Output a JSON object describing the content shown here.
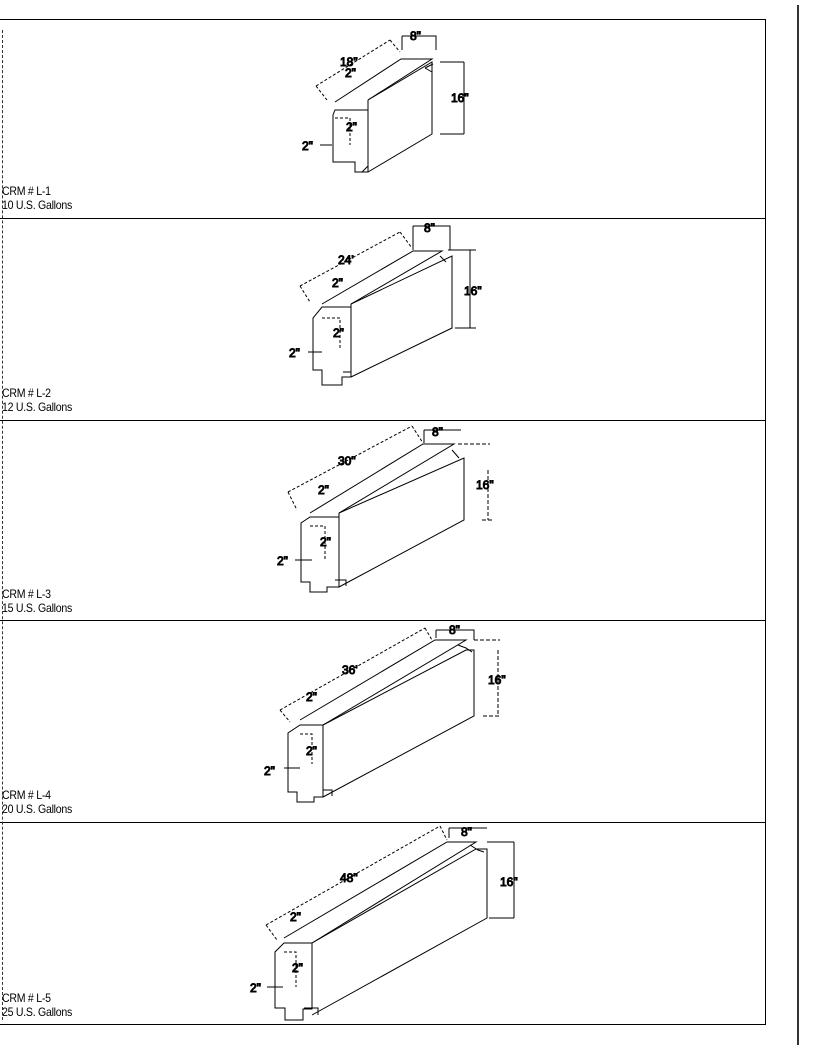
{
  "document": {
    "type": "tank-spec-sheet",
    "tanks": [
      {
        "model": "CRM # L-1",
        "capacity": "10 U.S. Gallons",
        "dimensions": {
          "length": "18\"",
          "width": "8\"",
          "height": "16\"",
          "notch_top": "2\"",
          "notch_side": "2\"",
          "notch_depth": "2\""
        }
      },
      {
        "model": "CRM # L-2",
        "capacity": "12 U.S. Gallons",
        "dimensions": {
          "length": "24'",
          "width": "8\"",
          "height": "16\"",
          "notch_top": "2\"",
          "notch_side": "2\"",
          "notch_depth": "2\""
        }
      },
      {
        "model": "CRM # L-3",
        "capacity": "15 U.S. Gallons",
        "dimensions": {
          "length": "30\"",
          "width": "8\"",
          "height": "16\"",
          "notch_top": "2\"",
          "notch_side": "2\"",
          "notch_depth": "2\""
        }
      },
      {
        "model": "CRM # L-4",
        "capacity": "20 U.S. Gallons",
        "dimensions": {
          "length": "36'",
          "width": "8\"",
          "height": "16\"",
          "notch_top": "2\"",
          "notch_side": "2\"",
          "notch_depth": "2\""
        }
      },
      {
        "model": "CRM # L-5",
        "capacity": "25 U.S. Gallons",
        "dimensions": {
          "length": "48\"",
          "width": "8\"",
          "height": "16\"",
          "notch_top": "2\"",
          "notch_side": "2\"",
          "notch_depth": "2\""
        }
      }
    ]
  }
}
